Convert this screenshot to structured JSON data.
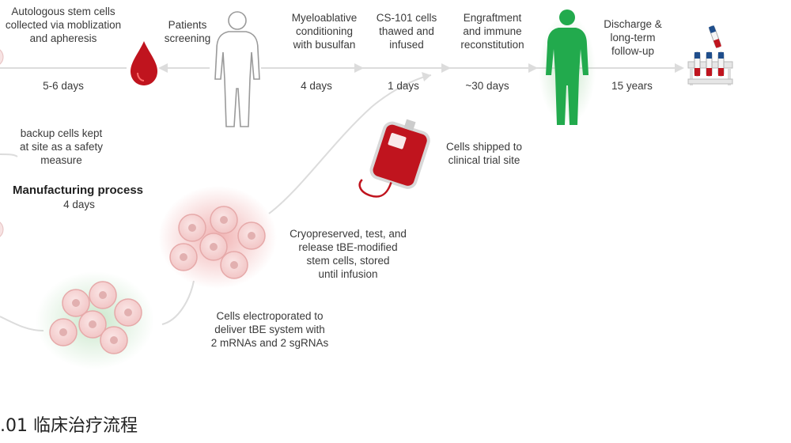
{
  "steps": [
    {
      "label": [
        "Autologous stem cells",
        "collected via moblization",
        "and apheresis"
      ],
      "duration": "5-6 days"
    },
    {
      "label": [
        "Patients",
        "screening"
      ],
      "duration": ""
    },
    {
      "label": [
        "Myeloablative",
        "conditioning",
        "with busulfan"
      ],
      "duration": "4 days"
    },
    {
      "label": [
        "CS-101 cells",
        "thawed and",
        "infused"
      ],
      "duration": "1 days"
    },
    {
      "label": [
        "Engraftment",
        "and immune",
        "reconstitution"
      ],
      "duration": "~30 days"
    },
    {
      "label": [
        "Discharge &",
        "long-term",
        "follow-up"
      ],
      "duration": "15 years"
    }
  ],
  "backup": [
    "backup cells kept",
    "at site as a safety",
    "measure"
  ],
  "manufacturing": {
    "title": "Manufacturing process",
    "duration": "4 days"
  },
  "shipped": [
    "Cells shipped to",
    "clinical trial site"
  ],
  "cryo": [
    "Cryopreserved, test, and",
    "release tBE-modified",
    "stem cells, stored",
    "until infusion"
  ],
  "electro": [
    "Cells electroporated to",
    "deliver tBE system with",
    "2 mRNAs and 2 sgRNAs"
  ],
  "caption": ".01 临床治疗流程",
  "colors": {
    "blood": "#c0141e",
    "patient_green": "#22aa4d",
    "cell_pink": "#f4cfcf",
    "flow_line": "#dcdcdc"
  }
}
